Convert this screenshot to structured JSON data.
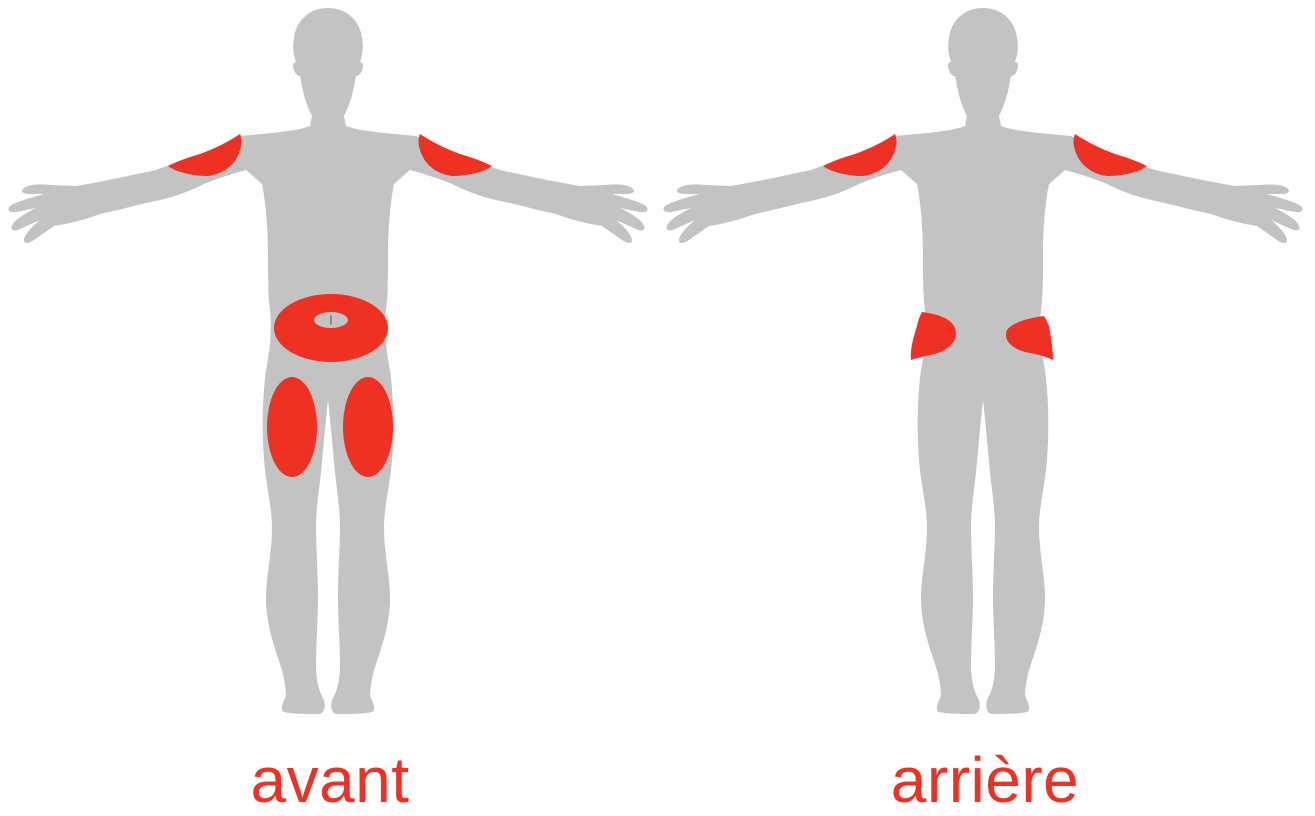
{
  "colors": {
    "body": "#c3c3c3",
    "zone": "#ef3124",
    "label": "#ef3124"
  },
  "figures": [
    {
      "label": "avant",
      "view": "front",
      "zones": [
        "upper-arm-right",
        "upper-arm-left",
        "abdomen",
        "thigh-right",
        "thigh-left"
      ]
    },
    {
      "label": "arrière",
      "view": "back",
      "zones": [
        "upper-arm-left",
        "upper-arm-right",
        "buttock-left",
        "buttock-right"
      ]
    }
  ]
}
